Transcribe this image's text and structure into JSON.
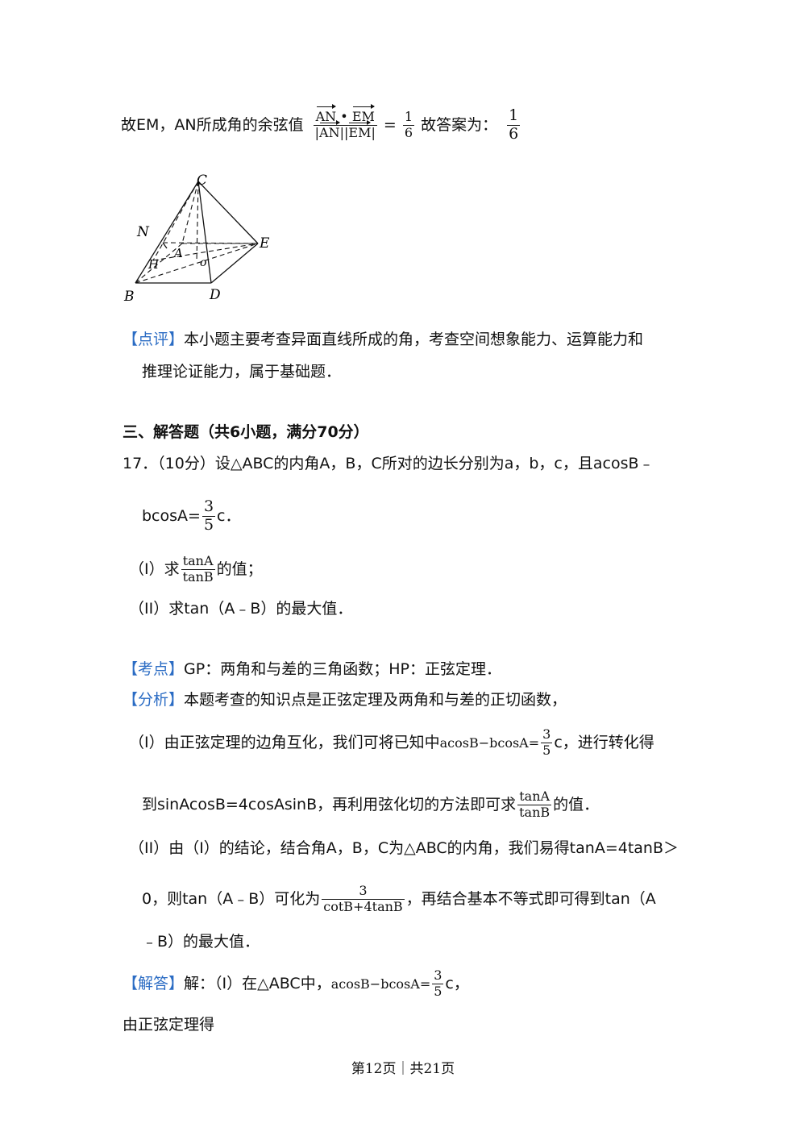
{
  "cos_line": {
    "prefix": "故EM，AN所成角的余弦值",
    "frac_num_a": "AN",
    "frac_dot": "•",
    "frac_num_b": "EM",
    "frac_den_a": "AN",
    "frac_den_sep": "||",
    "frac_den_b": "EM",
    "eq": "=",
    "val_num": "1",
    "val_den": "6",
    "answer_label": "故答案为：",
    "ans_num": "1",
    "ans_den": "6"
  },
  "figure": {
    "labels": {
      "C": "C",
      "N": "N",
      "E": "E",
      "A": "A",
      "H": "H",
      "O": "o",
      "B": "B",
      "D": "D"
    }
  },
  "comment": {
    "tag": "【点评】",
    "line1": "本小题主要考查异面直线所成的角，考查空间想象能力、运算能力和",
    "line2": "推理论证能力，属于基础题．"
  },
  "section": {
    "heading": "三、解答题（共6小题，满分70分）"
  },
  "q17": {
    "line1": "17．（10分）设△ABC的内角A，B，C所对的边长分别为a，b，c，且acosB﹣",
    "l2_pre": "bcosA=",
    "l2_num": "3",
    "l2_den": "5",
    "l2_post": "c．",
    "p1_pre": "（I）求",
    "p1_num": "tanA",
    "p1_den": "tanB",
    "p1_post": "的值；",
    "p2": "（II）求tan（A﹣B）的最大值．"
  },
  "kaodian": {
    "tag": "【考点】",
    "text": "GP：两角和与差的三角函数；HP：正弦定理．"
  },
  "fenxi": {
    "tag": "【分析】",
    "text": "本题考查的知识点是正弦定理及两角和与差的正切函数，",
    "i1_pre": "（I）由正弦定理的边角互化，我们可将已知中",
    "i1_expr": "acosB−bcosA=",
    "i1_num": "3",
    "i1_den": "5",
    "i1_post": "c，进行转化得",
    "i2_pre": "到sinAcosB=4cosAsinB，再利用弦化切的方法即可求",
    "i2_num": "tanA",
    "i2_den": "tanB",
    "i2_post": "的值．",
    "ii1": "（II）由（I）的结论，结合角A，B，C为△ABC的内角，我们易得tanA=4tanB＞",
    "ii2_pre": "0，则tan（A﹣B）可化为",
    "ii2_num": "3",
    "ii2_den": "cotB+4tanB",
    "ii2_post": "，再结合基本不等式即可得到tan（A",
    "ii3": "﹣B）的最大值．"
  },
  "jieda": {
    "tag": "【解答】",
    "pre": "解：（I）在△ABC中，",
    "expr": "acosB−bcosA=",
    "num": "3",
    "den": "5",
    "post": "c，",
    "next": "由正弦定理得"
  },
  "footer": {
    "text": "第12页｜共21页"
  }
}
